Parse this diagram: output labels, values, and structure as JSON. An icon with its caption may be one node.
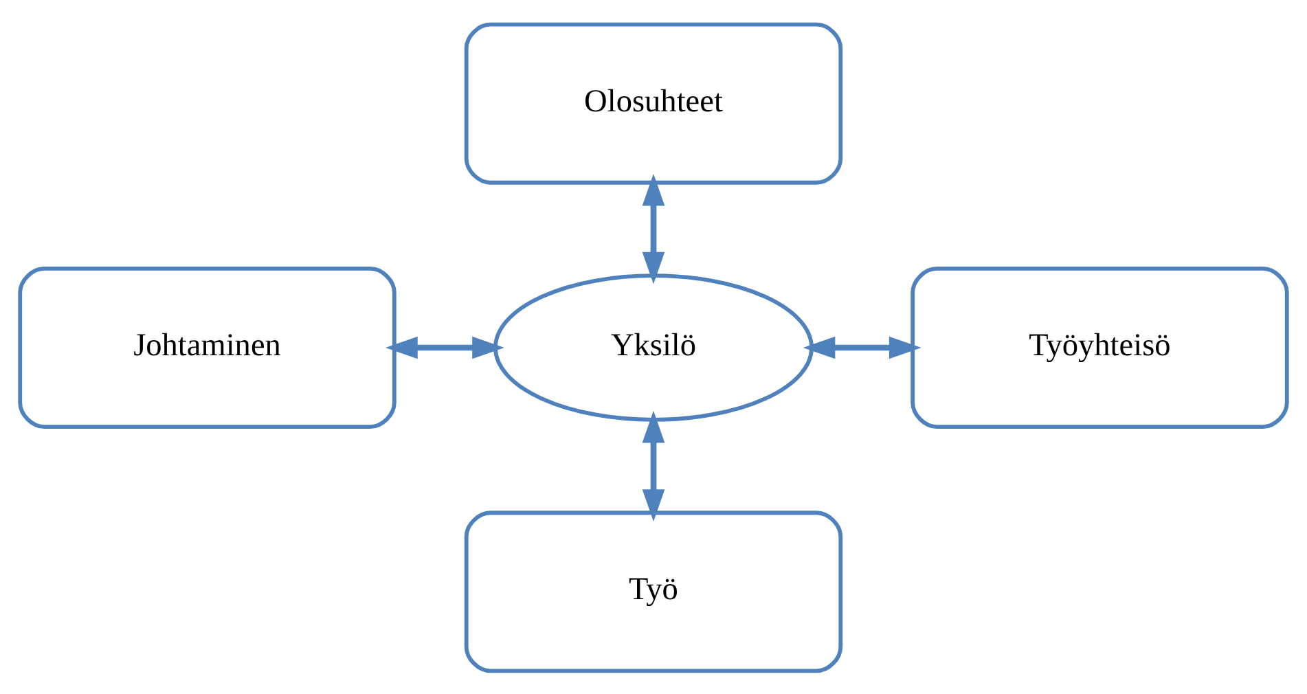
{
  "diagram": {
    "nodes": [
      {
        "text": [
          "Olosuhteet"
        ]
      },
      {
        "text": [
          "Johtaminen"
        ]
      },
      {
        "text": [
          "Yksilö"
        ]
      },
      {
        "text": [
          "Työyhteisö"
        ]
      },
      {
        "text": [
          "Työ"
        ]
      }
    ],
    "edges": [
      {
        "from": 0,
        "to": 2,
        "arrow": "both"
      },
      {
        "from": 1,
        "to": 2,
        "arrow": "both"
      },
      {
        "from": 2,
        "to": 3,
        "arrow": "both"
      },
      {
        "from": 2,
        "to": 4,
        "arrow": "both"
      }
    ]
  }
}
